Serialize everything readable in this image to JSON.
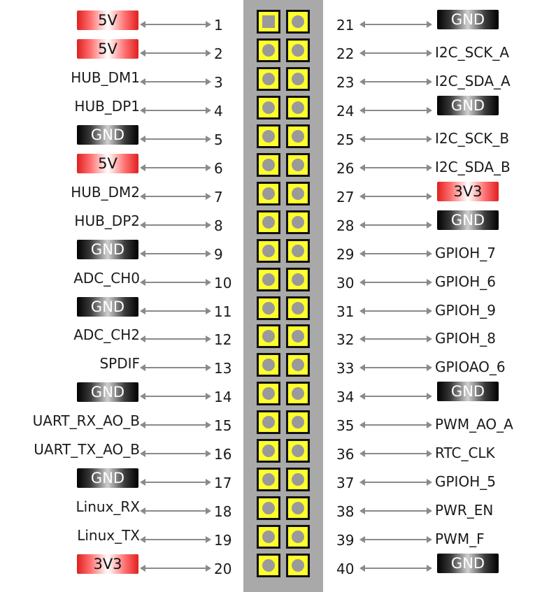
{
  "colors": {
    "power_badge": "#e02020",
    "ground_badge": "#000000",
    "pad": "#ffff2a",
    "header": "#a9a9a9",
    "arrow": "#8a8a8a"
  },
  "left_pins": [
    {
      "number": "1",
      "label": "5V",
      "kind": "power"
    },
    {
      "number": "2",
      "label": "5V",
      "kind": "power"
    },
    {
      "number": "3",
      "label": "HUB_DM1",
      "kind": "signal"
    },
    {
      "number": "4",
      "label": "HUB_DP1",
      "kind": "signal"
    },
    {
      "number": "5",
      "label": "GND",
      "kind": "ground"
    },
    {
      "number": "6",
      "label": "5V",
      "kind": "power"
    },
    {
      "number": "7",
      "label": "HUB_DM2",
      "kind": "signal"
    },
    {
      "number": "8",
      "label": "HUB_DP2",
      "kind": "signal"
    },
    {
      "number": "9",
      "label": "GND",
      "kind": "ground"
    },
    {
      "number": "10",
      "label": "ADC_CH0",
      "kind": "signal"
    },
    {
      "number": "11",
      "label": "GND",
      "kind": "ground"
    },
    {
      "number": "12",
      "label": "ADC_CH2",
      "kind": "signal"
    },
    {
      "number": "13",
      "label": "SPDIF",
      "kind": "signal"
    },
    {
      "number": "14",
      "label": "GND",
      "kind": "ground"
    },
    {
      "number": "15",
      "label": "UART_RX_AO_B",
      "kind": "signal"
    },
    {
      "number": "16",
      "label": "UART_TX_AO_B",
      "kind": "signal"
    },
    {
      "number": "17",
      "label": "GND",
      "kind": "ground"
    },
    {
      "number": "18",
      "label": "Linux_RX",
      "kind": "signal"
    },
    {
      "number": "19",
      "label": "Linux_TX",
      "kind": "signal"
    },
    {
      "number": "20",
      "label": "3V3",
      "kind": "power"
    }
  ],
  "right_pins": [
    {
      "number": "21",
      "label": "GND",
      "kind": "ground"
    },
    {
      "number": "22",
      "label": "I2C_SCK_A",
      "kind": "signal"
    },
    {
      "number": "23",
      "label": "I2C_SDA_A",
      "kind": "signal"
    },
    {
      "number": "24",
      "label": "GND",
      "kind": "ground"
    },
    {
      "number": "25",
      "label": "I2C_SCK_B",
      "kind": "signal"
    },
    {
      "number": "26",
      "label": "I2C_SDA_B",
      "kind": "signal"
    },
    {
      "number": "27",
      "label": "3V3",
      "kind": "power"
    },
    {
      "number": "28",
      "label": "GND",
      "kind": "ground"
    },
    {
      "number": "29",
      "label": "GPIOH_7",
      "kind": "signal"
    },
    {
      "number": "30",
      "label": "GPIOH_6",
      "kind": "signal"
    },
    {
      "number": "31",
      "label": "GPIOH_9",
      "kind": "signal"
    },
    {
      "number": "32",
      "label": "GPIOH_8",
      "kind": "signal"
    },
    {
      "number": "33",
      "label": "GPIOAO_6",
      "kind": "signal"
    },
    {
      "number": "34",
      "label": "GND",
      "kind": "ground"
    },
    {
      "number": "35",
      "label": "PWM_AO_A",
      "kind": "signal"
    },
    {
      "number": "36",
      "label": "RTC_CLK",
      "kind": "signal"
    },
    {
      "number": "37",
      "label": "GPIOH_5",
      "kind": "signal"
    },
    {
      "number": "38",
      "label": "PWR_EN",
      "kind": "signal"
    },
    {
      "number": "39",
      "label": "PWM_F",
      "kind": "signal"
    },
    {
      "number": "40",
      "label": "GND",
      "kind": "ground"
    }
  ]
}
